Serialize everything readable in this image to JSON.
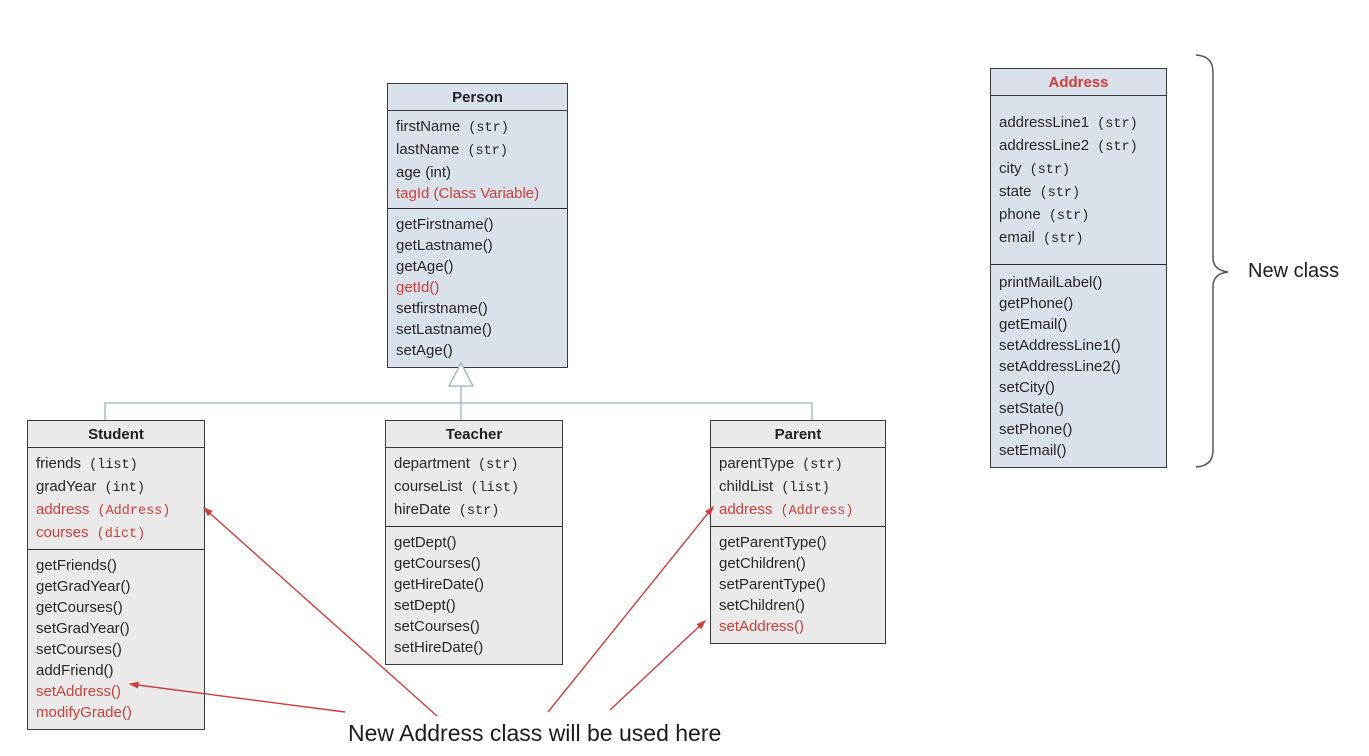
{
  "diagram": {
    "annotation": "New Address class will be used here",
    "bracket_label": "New class"
  },
  "colors": {
    "red_accent": "#c9403a",
    "box_blue_fill": "#dbe1ea",
    "box_gray_fill": "#eaeaea",
    "box_border": "#3a3a3a",
    "inheritance_connector": "#94b3c4"
  },
  "classes": [
    {
      "id": "person",
      "name": "Person",
      "name_red": false,
      "attributes": [
        {
          "label": "firstName",
          "type": "(str)",
          "mono": true,
          "red": false
        },
        {
          "label": "lastName",
          "type": "(str)",
          "mono": true,
          "red": false
        },
        {
          "label": "age",
          "type": "(int)",
          "mono": false,
          "red": false
        },
        {
          "label": "tagId",
          "type": "(Class Variable)",
          "mono": false,
          "red": true
        }
      ],
      "methods": [
        {
          "label": "getFirstname()",
          "red": false
        },
        {
          "label": "getLastname()",
          "red": false
        },
        {
          "label": "getAge()",
          "red": false
        },
        {
          "label": "getId()",
          "red": true
        },
        {
          "label": "setfirstname()",
          "red": false
        },
        {
          "label": "setLastname()",
          "red": false
        },
        {
          "label": "setAge()",
          "red": false
        }
      ]
    },
    {
      "id": "student",
      "name": "Student",
      "name_red": false,
      "attributes": [
        {
          "label": "friends",
          "type": "(list)",
          "mono": true,
          "red": false
        },
        {
          "label": "gradYear",
          "type": "(int)",
          "mono": true,
          "red": false
        },
        {
          "label": "address",
          "type": "(Address)",
          "mono": true,
          "red": true
        },
        {
          "label": "courses",
          "type": "(dict)",
          "mono": true,
          "red": true
        }
      ],
      "methods": [
        {
          "label": "getFriends()",
          "red": false
        },
        {
          "label": "getGradYear()",
          "red": false
        },
        {
          "label": "getCourses()",
          "red": false
        },
        {
          "label": "setGradYear()",
          "red": false
        },
        {
          "label": "setCourses()",
          "red": false
        },
        {
          "label": "addFriend()",
          "red": false
        },
        {
          "label": "setAddress()",
          "red": true
        },
        {
          "label": "modifyGrade()",
          "red": true
        }
      ]
    },
    {
      "id": "teacher",
      "name": "Teacher",
      "name_red": false,
      "attributes": [
        {
          "label": "department",
          "type": "(str)",
          "mono": true,
          "red": false
        },
        {
          "label": "courseList",
          "type": "(list)",
          "mono": true,
          "red": false
        },
        {
          "label": "hireDate",
          "type": "(str)",
          "mono": true,
          "red": false
        }
      ],
      "methods": [
        {
          "label": "getDept()",
          "red": false
        },
        {
          "label": "getCourses()",
          "red": false
        },
        {
          "label": "getHireDate()",
          "red": false
        },
        {
          "label": "setDept()",
          "red": false
        },
        {
          "label": "setCourses()",
          "red": false
        },
        {
          "label": "setHireDate()",
          "red": false
        }
      ]
    },
    {
      "id": "parent",
      "name": "Parent",
      "name_red": false,
      "attributes": [
        {
          "label": "parentType",
          "type": "(str)",
          "mono": true,
          "red": false
        },
        {
          "label": "childList",
          "type": "(list)",
          "mono": true,
          "red": false
        },
        {
          "label": "address",
          "type": "(Address)",
          "mono": true,
          "red": true
        }
      ],
      "methods": [
        {
          "label": "getParentType()",
          "red": false
        },
        {
          "label": "getChildren()",
          "red": false
        },
        {
          "label": "setParentType()",
          "red": false
        },
        {
          "label": "setChildren()",
          "red": false
        },
        {
          "label": "setAddress()",
          "red": true
        }
      ]
    },
    {
      "id": "address",
      "name": "Address",
      "name_red": true,
      "attributes": [
        {
          "label": "addressLine1",
          "type": "(str)",
          "mono": true,
          "red": false
        },
        {
          "label": "addressLine2",
          "type": "(str)",
          "mono": true,
          "red": false
        },
        {
          "label": "city",
          "type": "(str)",
          "mono": true,
          "red": false
        },
        {
          "label": "state",
          "type": "(str)",
          "mono": true,
          "red": false
        },
        {
          "label": "phone",
          "type": "(str)",
          "mono": true,
          "red": false
        },
        {
          "label": "email",
          "type": "(str)",
          "mono": true,
          "red": false
        }
      ],
      "methods": [
        {
          "label": "printMailLabel()",
          "red": false
        },
        {
          "label": "getPhone()",
          "red": false
        },
        {
          "label": "getEmail()",
          "red": false
        },
        {
          "label": "setAddressLine1()",
          "red": false
        },
        {
          "label": "setAddressLine2()",
          "red": false
        },
        {
          "label": "setCity()",
          "red": false
        },
        {
          "label": "setState()",
          "red": false
        },
        {
          "label": "setPhone()",
          "red": false
        },
        {
          "label": "setEmail()",
          "red": false
        }
      ]
    }
  ]
}
